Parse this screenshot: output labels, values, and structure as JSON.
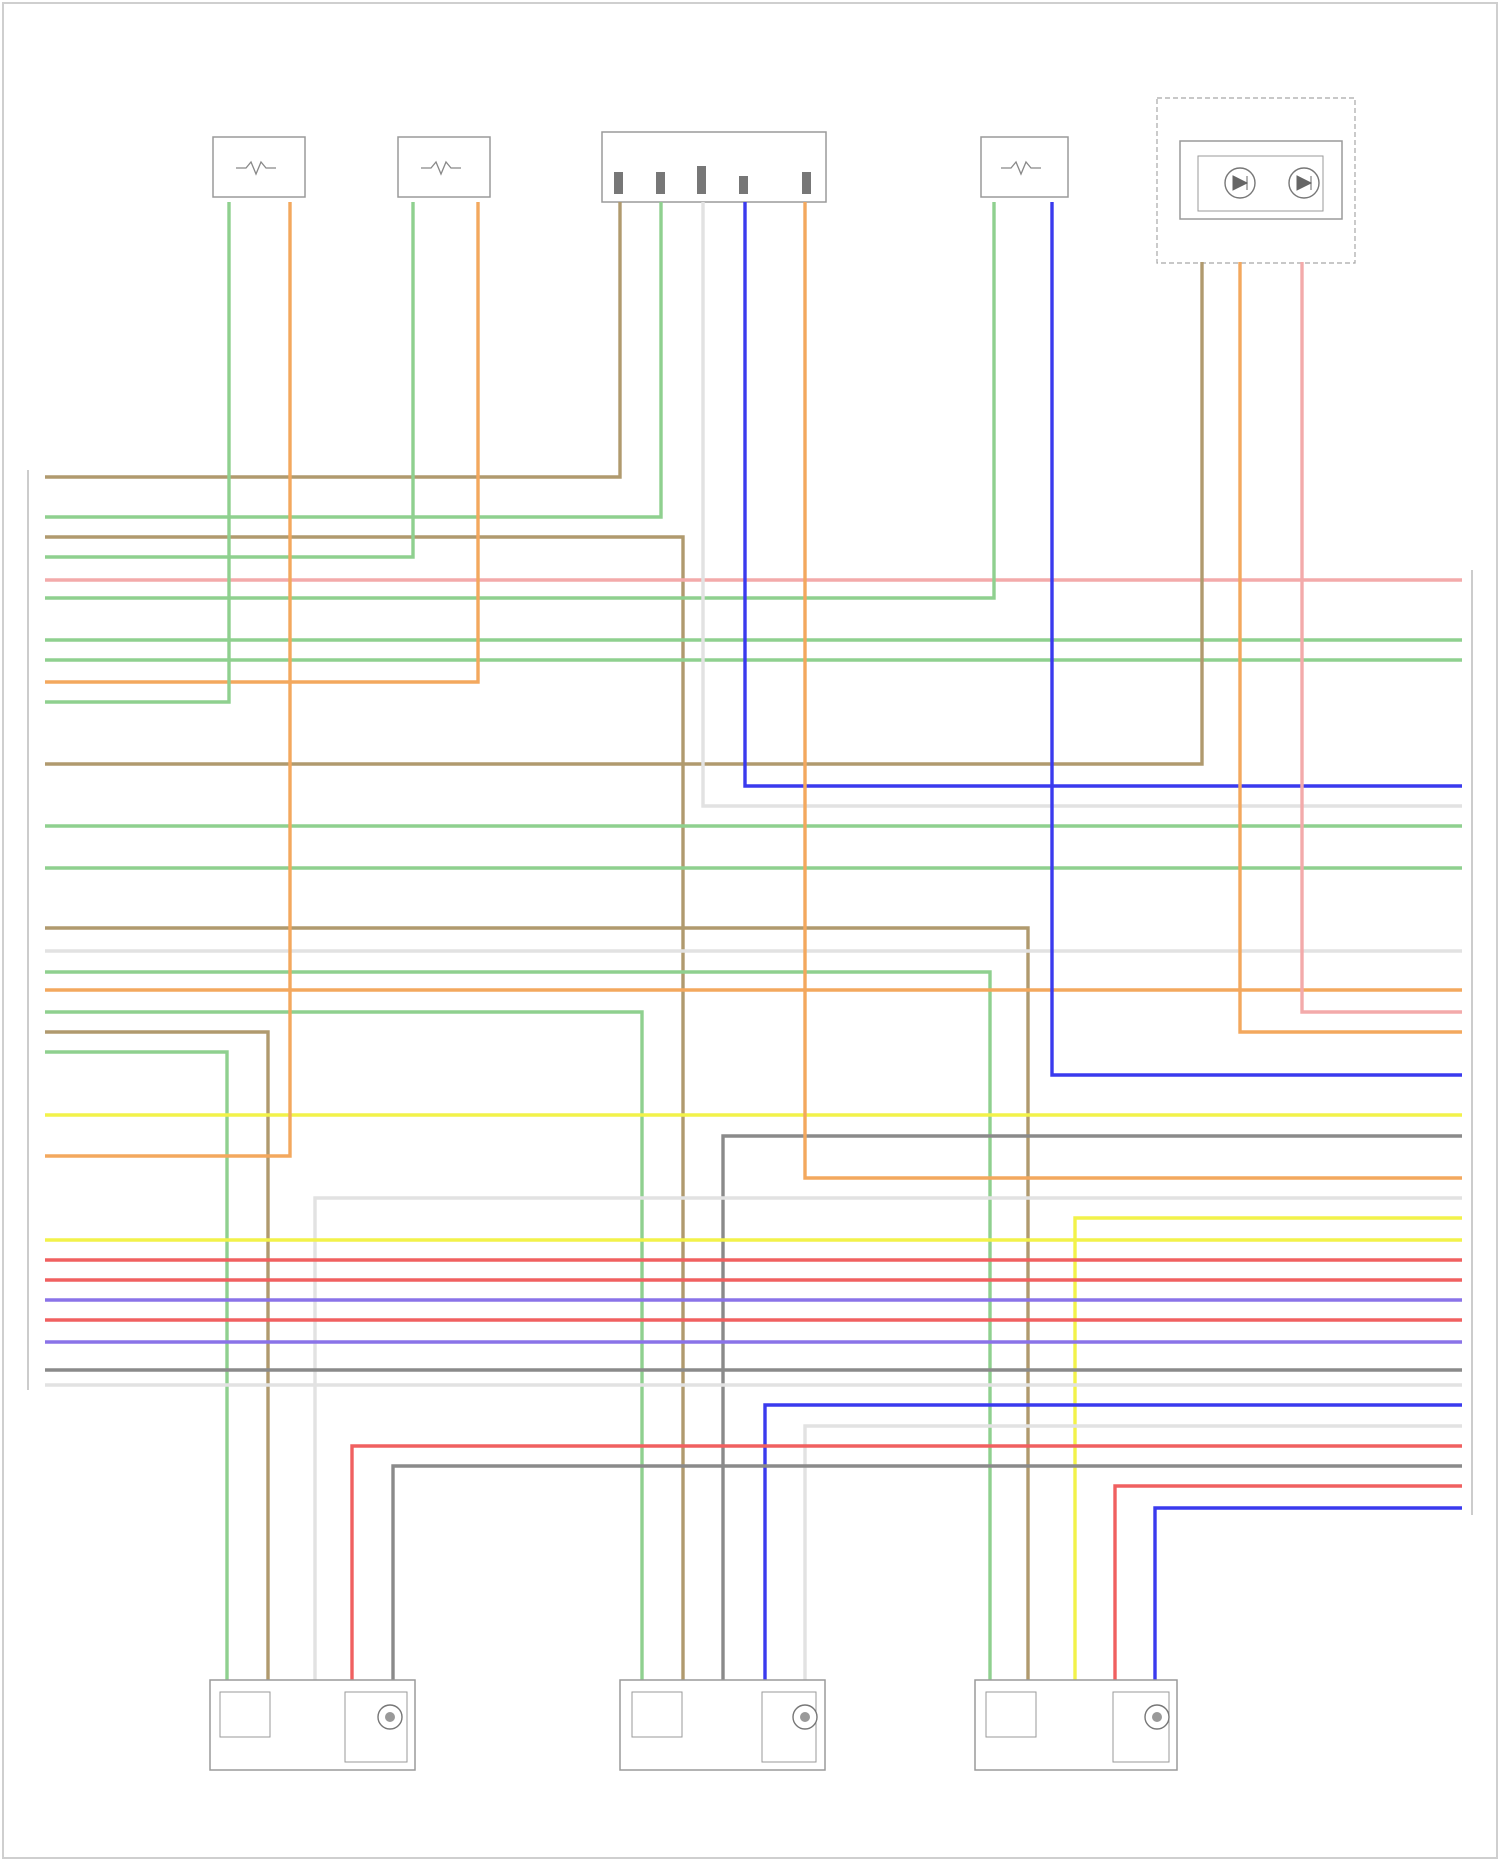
{
  "colors": {
    "green": "#8fd08f",
    "orange": "#f3a85e",
    "tan": "#b09a6e",
    "blue": "#3a3aee",
    "yellow": "#f2f24a",
    "red": "#f06060",
    "pink": "#f3aaaa",
    "gray": "#8a8a8a",
    "white": "#e2e2e2",
    "violet": "#8a73e8"
  },
  "top_components": [
    {
      "id": "sensor-1",
      "title_lines": [
        "",
        "",
        "",
        "",
        ""
      ]
    },
    {
      "id": "sensor-2",
      "title_lines": [
        "",
        "",
        "",
        "",
        "",
        ""
      ]
    },
    {
      "id": "module-center",
      "title_lines": [
        "",
        "",
        ""
      ]
    },
    {
      "id": "sensor-3",
      "title_lines": [
        "",
        "",
        "",
        ""
      ]
    },
    {
      "id": "photo-sensor",
      "title_lines": [
        "",
        "",
        ""
      ],
      "inner_label": ""
    }
  ],
  "bottom_components": [
    {
      "id": "actuator-left",
      "title_lines": [
        "",
        "",
        ""
      ]
    },
    {
      "id": "actuator-middle",
      "title_lines": [
        "",
        "",
        ""
      ]
    },
    {
      "id": "actuator-right",
      "title_lines": [
        "",
        "",
        "",
        ""
      ]
    }
  ],
  "footer_text": ""
}
